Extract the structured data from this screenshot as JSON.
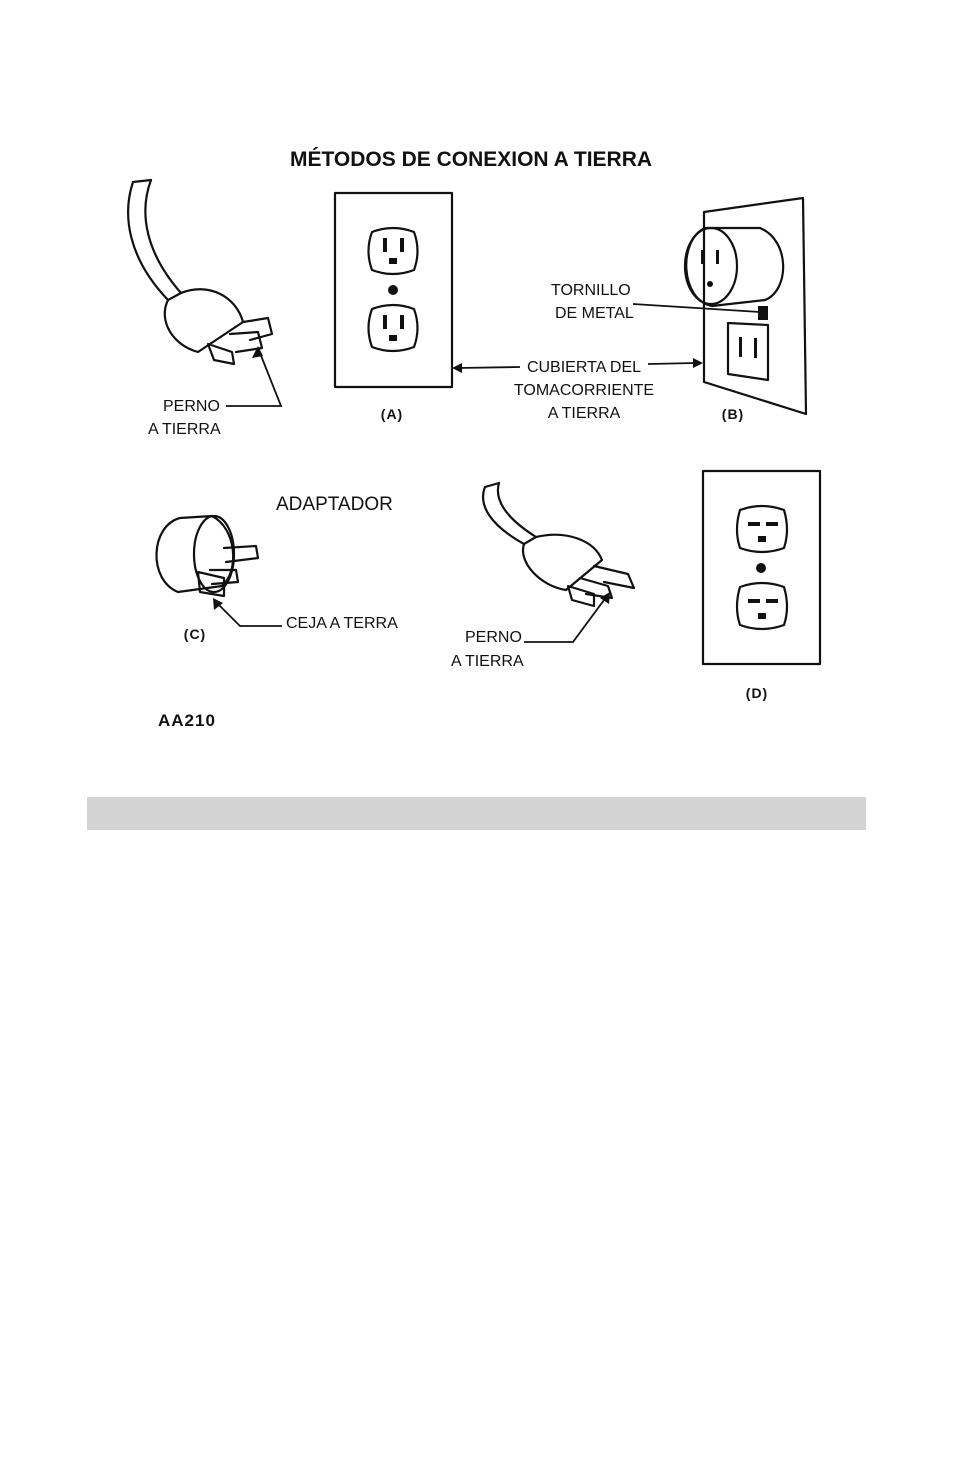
{
  "title": "MÉTODOS DE CONEXION A TIERRA",
  "labels": {
    "perno_a_l1": "PERNO",
    "perno_a_l2": "A TIERRA",
    "tornillo_l1": "TORNILLO",
    "tornillo_l2": "DE METAL",
    "cubierta_l1": "CUBIERTA DEL",
    "cubierta_l2": "TOMACORRIENTE",
    "cubierta_l3": "A TIERRA",
    "adaptador": "ADAPTADOR",
    "ceja": "CEJA A TERRA",
    "perno_d_l1": "PERNO",
    "perno_d_l2": "A TIERRA"
  },
  "figures": {
    "a": "(A)",
    "b": "(B)",
    "c": "(C)",
    "d": "(D)"
  },
  "code": "AA210",
  "colors": {
    "ink": "#111111",
    "bar": "#d3d3d3",
    "background": "#ffffff"
  }
}
